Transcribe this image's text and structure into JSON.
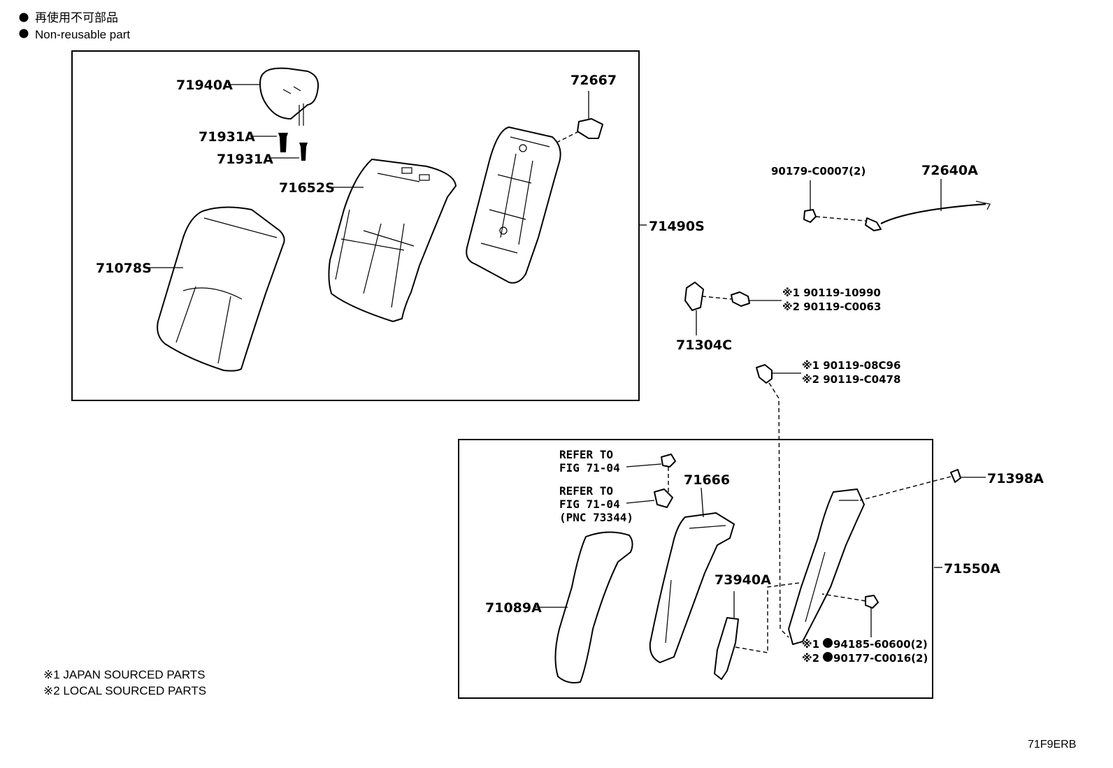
{
  "legend": {
    "jp": "再使用不可部品",
    "en": "Non-reusable part"
  },
  "notes": {
    "japan": "※1 JAPAN SOURCED PARTS",
    "local": "※2 LOCAL SOURCED PARTS"
  },
  "diagram_code": "71F9ERB",
  "parts": {
    "p71940A": "71940A",
    "p71931A_1": "71931A",
    "p71931A_2": "71931A",
    "p71652S": "71652S",
    "p71078S": "71078S",
    "p72667": "72667",
    "p71490S": "71490S",
    "p90179": "90179-C0007(2)",
    "p72640A": "72640A",
    "p90119_10990": "※1 90119-10990",
    "p90119_C0063": "※2 90119-C0063",
    "p71304C": "71304C",
    "p90119_08C96": "※1 90119-08C96",
    "p90119_C0478": "※2 90119-C0478",
    "p71666": "71666",
    "p71398A": "71398A",
    "p71550A": "71550A",
    "p73940A": "73940A",
    "p71089A": "71089A",
    "p94185_prefix": "※1",
    "p94185": "94185-60600(2)",
    "p90177_prefix": "※2",
    "p90177": "90177-C0016(2)"
  },
  "refs": {
    "ref1_line1": "REFER TO",
    "ref1_line2": "FIG 71-04",
    "ref2_line1": "REFER TO",
    "ref2_line2": "FIG 71-04",
    "ref2_line3": "(PNC 73344)"
  }
}
